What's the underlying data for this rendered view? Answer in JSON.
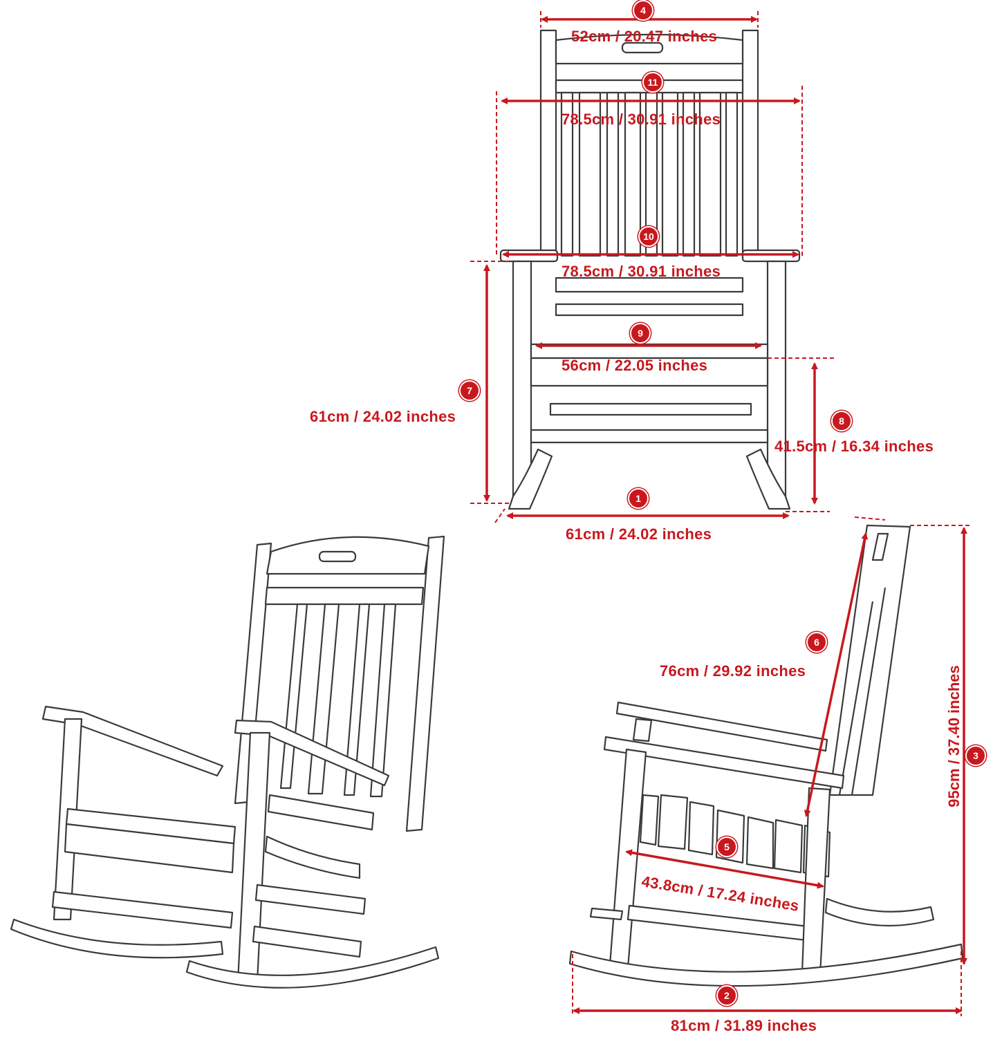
{
  "accent_color": "#c8181e",
  "outline_color": "#3a3a3a",
  "dimensions": [
    {
      "id": "1",
      "label": "61cm / 24.02  inches"
    },
    {
      "id": "2",
      "label": "81cm / 31.89  inches"
    },
    {
      "id": "3",
      "label": "95cm / 37.40  inches"
    },
    {
      "id": "4",
      "label": "52cm / 20.47  inches"
    },
    {
      "id": "5",
      "label": "43.8cm / 17.24  inches"
    },
    {
      "id": "6",
      "label": "76cm / 29.92  inches"
    },
    {
      "id": "7",
      "label": "61cm / 24.02  inches"
    },
    {
      "id": "8",
      "label": "41.5cm / 16.34  inches"
    },
    {
      "id": "9",
      "label": "56cm / 22.05  inches"
    },
    {
      "id": "10",
      "label": "78.5cm / 30.91  inches"
    },
    {
      "id": "11",
      "label": "78.5cm / 30.91  inches"
    }
  ]
}
